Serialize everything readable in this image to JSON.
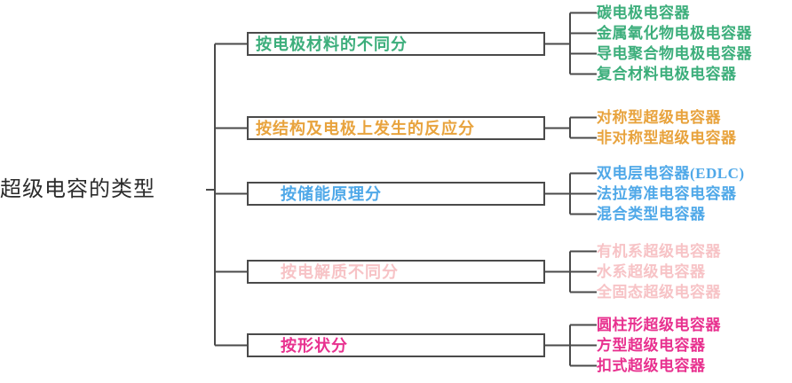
{
  "diagram": {
    "type": "mindmap-tree",
    "root": {
      "label": "超级电容的类型"
    },
    "colors": {
      "line": "#4a4a4a",
      "root_text": "#2b2b2b",
      "green": "#3CAE7B",
      "orange": "#E8A33D",
      "blue": "#4FA8E8",
      "lightpink": "#F7C3C6",
      "magenta": "#E8318F",
      "background": "#FFFFFF"
    },
    "branches": [
      {
        "label": "按电极材料的不同分",
        "color": "#3CAE7B",
        "indent": false,
        "leaves": [
          "碳电极电容器",
          "金属氧化物电极电容器",
          "导电聚合物电极电容器",
          "复合材料电极电容器"
        ]
      },
      {
        "label": "按结构及电极上发生的反应分",
        "color": "#E8A33D",
        "indent": false,
        "leaves": [
          "对称型超级电容器",
          "非对称型超级电容器"
        ]
      },
      {
        "label": "按储能原理分",
        "color": "#4FA8E8",
        "indent": true,
        "leaves": [
          "双电层电容器(EDLC)",
          "法拉第准电容电容器",
          "混合类型电容器"
        ]
      },
      {
        "label": "按电解质不同分",
        "color": "#F7C3C6",
        "indent": true,
        "leaves": [
          "有机系超级电容器",
          "水系超级电容器",
          "全固态超级电容器"
        ]
      },
      {
        "label": "按形状分",
        "color": "#E8318F",
        "indent": true,
        "leaves": [
          "圆柱形超级电容器",
          "方型超级电容器",
          "扣式超级电容器"
        ]
      }
    ]
  }
}
